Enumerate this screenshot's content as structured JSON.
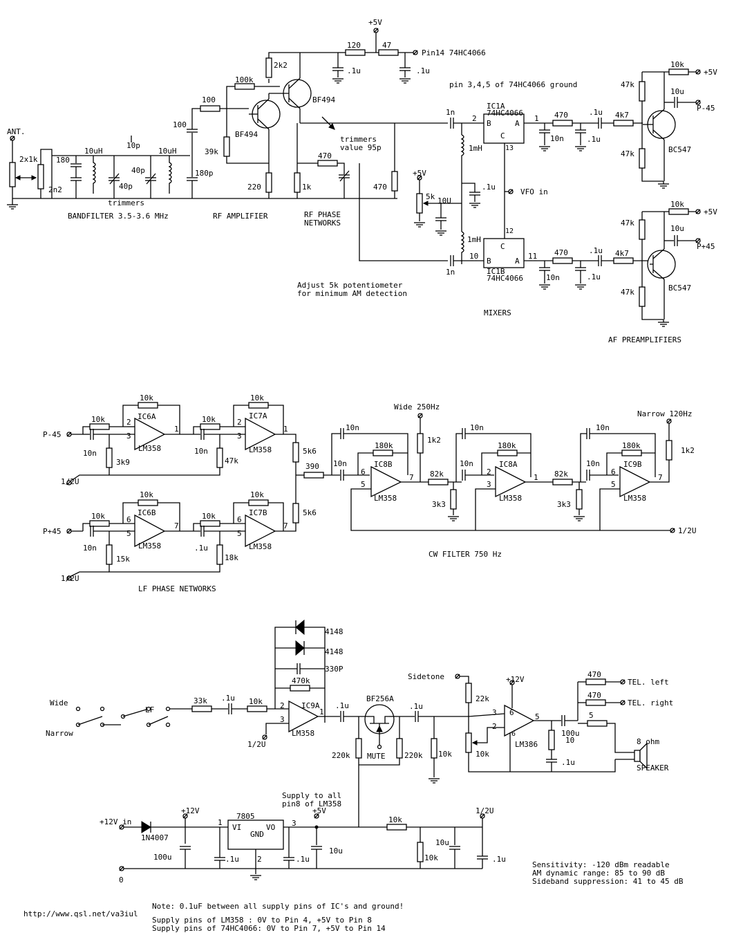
{
  "labels": {
    "ant": "ANT.",
    "pot_2x1k": "2x1k",
    "c180": "180",
    "c2n2": "2n2",
    "l10uh_1": "10uH",
    "l10uh_2": "10uH",
    "c10p": "10p",
    "c40p_1": "40p",
    "c40p_2": "40p",
    "c180p": "180p",
    "trimmers": "trimmers",
    "bandfilter": "BANDFILTER 3.5-3.6 MHz",
    "c100": "100",
    "r100": "100",
    "r100k": "100k",
    "bf494_1": "BF494",
    "bf494_2": "BF494",
    "r39k": "39k",
    "r220": "220",
    "r2k2": "2k2",
    "rf_amp": "RF AMPLIFIER",
    "v5": "+5V",
    "r120": "120",
    "r47": "47",
    "pin14": "Pin14 74HC4066",
    "c01u_a": ".1u",
    "c01u_b": ".1u",
    "pin345": "pin 3,4,5 of 74HC4066 ground",
    "trimmers_value_1": "trimmers",
    "trimmers_value_2": "value 95p",
    "r470_rf": "470",
    "r1k": "1k",
    "r470_rf2": "470",
    "rf_phase_1": "RF PHASE",
    "rf_phase_2": "NETWORKS",
    "c1n_a": "1n",
    "c1n_b": "1n",
    "l1mh_a": "1mH",
    "l1mh_b": "1mH",
    "ic1a": "IC1A",
    "ic1a_type": "74HC4066",
    "ic1b": "IC1B",
    "ic1b_type": "74HC4066",
    "pin_b": "B",
    "pin_a": "A",
    "pin_c": "C",
    "pin2": "2",
    "pin1": "1",
    "pin13": "13",
    "pin12": "12",
    "pin10": "10",
    "pin11": "11",
    "vfo_in": "VFO in",
    "v5_b": "+5V",
    "pot5k": "5k",
    "c10u_bias": "10U",
    "c01u_c": ".1u",
    "adjust_1": "Adjust 5k potentiometer",
    "adjust_2": "for minimum AM detection",
    "mixers": "MIXERS",
    "r470_m1": "470",
    "r470_m2": "470",
    "c10n_m1": "10n",
    "c10n_m2": "10n",
    "c01u_m1": ".1u",
    "c01u_m2": ".1u",
    "c01u_m3": ".1u",
    "c01u_m4": ".1u",
    "r4k7_1": "4k7",
    "r4k7_2": "4k7",
    "r47k_1": "47k",
    "r47k_2": "47k",
    "r47k_3": "47k",
    "r47k_4": "47k",
    "r10k_1": "10k",
    "r10k_2": "10k",
    "v5_c": "+5V",
    "v5_d": "+5V",
    "c10u_1": "10u",
    "c10u_2": "10u",
    "p_45": "P-45",
    "p45": "P+45",
    "bc547_1": "BC547",
    "bc547_2": "BC547",
    "af_pre": "AF PREAMPLIFIERS",
    "in_p_45": "P-45",
    "in_p45": "P+45",
    "half_u_1": "1/2U",
    "half_u_2": "1/2U",
    "half_u_3": "1/2U",
    "ic6a": "IC6A",
    "ic6b": "IC6B",
    "ic7a": "IC7A",
    "ic7b": "IC7B",
    "lm358": "LM358",
    "lf_r10k_1": "10k",
    "lf_r10k_2": "10k",
    "lf_r10k_3": "10k",
    "lf_r10k_4": "10k",
    "lf_r10k_5": "10k",
    "lf_r10k_6": "10k",
    "lf_r10k_7": "10k",
    "lf_r10k_8": "10k",
    "lf_c10n_1": "10n",
    "lf_c10n_2": "10n",
    "lf_c10n_3": "10n",
    "lf_c01u": ".1u",
    "lf_r3k9": "3k9",
    "lf_r47k": "47k",
    "lf_r15k": "15k",
    "lf_r18k": "18k",
    "r5k6_1": "5k6",
    "r5k6_2": "5k6",
    "r390": "390",
    "lf_phase": "LF PHASE NETWORKS",
    "p1": "1",
    "p2": "2",
    "p3": "3",
    "p5": "5",
    "p6": "6",
    "p7": "7",
    "wide250": "Wide 250Hz",
    "narrow120": "Narrow 120Hz",
    "ic8b": "IC8B",
    "ic8a": "IC8A",
    "ic9b": "IC9B",
    "cw_10n_1": "10n",
    "cw_10n_2": "10n",
    "cw_10n_3": "10n",
    "cw_10n_4": "10n",
    "cw_10n_5": "10n",
    "cw_10n_6": "10n",
    "cw_180k_1": "180k",
    "cw_180k_2": "180k",
    "cw_180k_3": "180k",
    "cw_1k2_1": "1k2",
    "cw_1k2_2": "1k2",
    "cw_82k_1": "82k",
    "cw_82k_2": "82k",
    "cw_3k3_1": "3k3",
    "cw_3k3_2": "3k3",
    "cw_filter": "CW FILTER 750 Hz",
    "wide": "Wide",
    "narrow": "Narrow",
    "lf": "LF",
    "r33k": "33k",
    "af_c01u_1": ".1u",
    "af_r10k": "10k",
    "r470k": "470k",
    "d4148_1": "4148",
    "d4148_2": "4148",
    "c330p": "330P",
    "ic9a": "IC9A",
    "af_c01u_2": ".1u",
    "bf256a": "BF256A",
    "af_c01u_3": ".1u",
    "r220k_1": "220k",
    "r220k_2": "220k",
    "mute": "MUTE",
    "af_r10k_2": "10k",
    "sidetone": "Sidetone",
    "r22k": "22k",
    "pot10k": "10k",
    "v12": "+12V",
    "lm386": "LM386",
    "c100u": "100u",
    "r10": "10",
    "c01u_out": ".1u",
    "tel_r470_1": "470",
    "tel_r470_2": "470",
    "tel_left": "TEL. left",
    "tel_right": "TEL. right",
    "r5": "5",
    "ohm8": "8 ohm",
    "speaker": "SPEAKER",
    "supply_1": "Supply to all",
    "supply_2": "pin8 of LM358",
    "v12_in": "+12V in",
    "v12_b": "+12V",
    "reg7805": "7805",
    "vi": "VI",
    "gnd": "GND",
    "vo": "VO",
    "v5_reg": "+5V",
    "d1n4007": "1N4007",
    "c100u_ps": "100u",
    "ps_c01u_1": ".1u",
    "ps_c01u_2": ".1u",
    "ps_c10u_1": "10u",
    "ps_c10u_2": "10u",
    "ps_r10k_1": "10k",
    "ps_r10k_2": "10k",
    "half_u_ps": "1/2U",
    "ps_c01u_3": ".1u",
    "zero": "0",
    "sens_1": "Sensitivity: -120 dBm readable",
    "sens_2": "AM dynamic range: 85 to 90 dB",
    "sens_3": "Sideband suppression: 41 to 45 dB",
    "url": "http://www.qsl.net/va3iul",
    "note": "Note: 0.1uF between all supply pins of IC's and ground!",
    "supply_lm358": "Supply pins of LM358    : 0V to Pin 4, +5V to Pin 8",
    "supply_hc4066": "Supply pins of 74HC4066: 0V to Pin 7, +5V to Pin 14"
  }
}
